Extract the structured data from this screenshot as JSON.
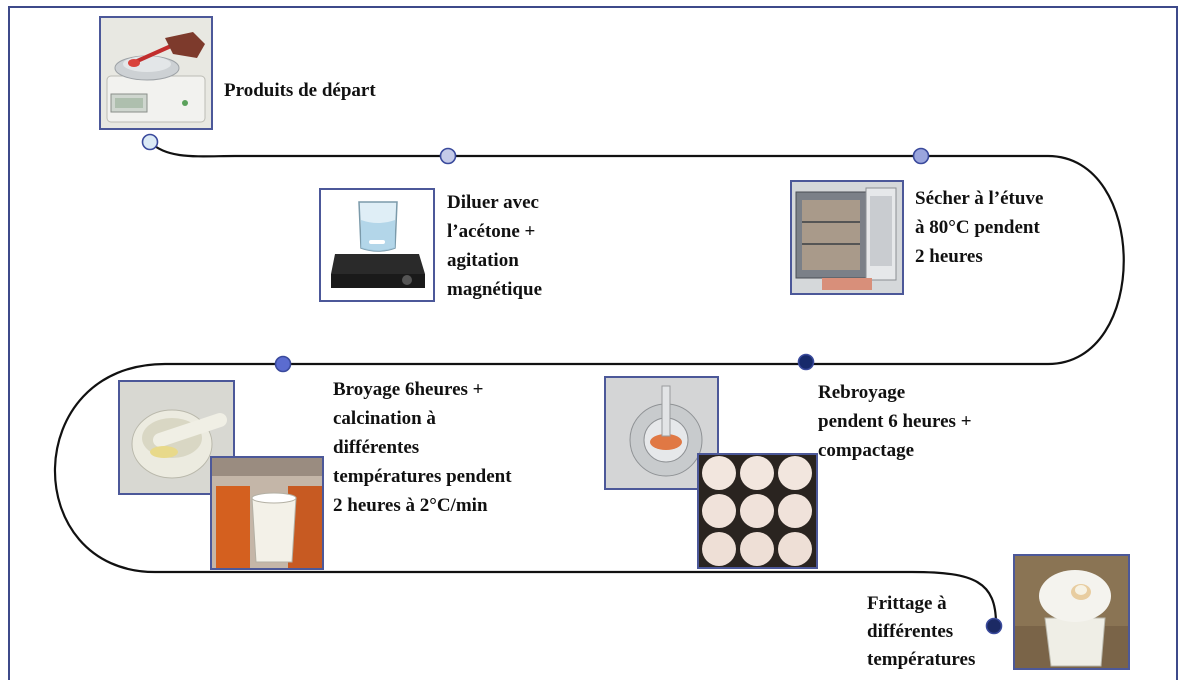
{
  "steps": [
    {
      "id": "produits",
      "label": "Produits de départ",
      "marker_color": "#dbeaf5"
    },
    {
      "id": "diluer",
      "label": "Diluer avec\nl’acétone +\nagitation\nmagnétique",
      "marker_color": "#c4cae8"
    },
    {
      "id": "secher",
      "label": "Sécher à l’étuve\nà 80°C pendent\n2 heures",
      "marker_color": "#9aa5dd"
    },
    {
      "id": "broyage",
      "label": "Broyage 6heures +\ncalcination à\ndifférentes\ntempératures pendent\n2 heures à 2°C/min",
      "marker_color": "#5b6cd0"
    },
    {
      "id": "rebroyage",
      "label": "Rebroyage\npendent 6 heures +\ncompactage",
      "marker_color": "#172a6b"
    },
    {
      "id": "frittage",
      "label": "Frittage à\ndifférentes\ntempératures",
      "marker_color": "#1c2a64"
    }
  ],
  "colors": {
    "path": "#111111",
    "marker_stroke": "#3a4a9c",
    "photo_border": "#4c5899",
    "frame": "#3e4a8a"
  }
}
